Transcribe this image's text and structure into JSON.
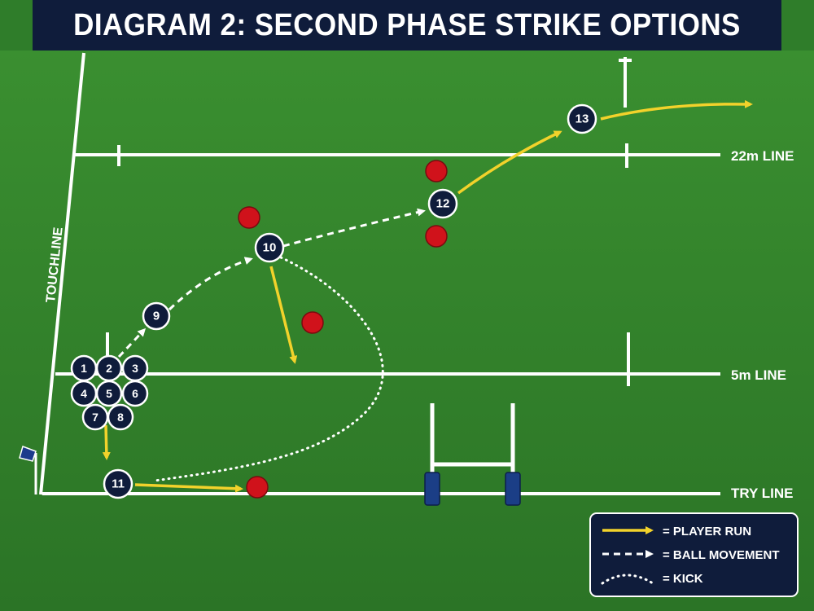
{
  "title": "DIAGRAM 2: SECOND PHASE STRIKE OPTIONS",
  "field_labels": {
    "touchline": "TOUCHLINE",
    "line_22m": "22m LINE",
    "line_5m": "5m LINE",
    "try_line": "TRY LINE"
  },
  "players": {
    "p1": "1",
    "p2": "2",
    "p3": "3",
    "p4": "4",
    "p5": "5",
    "p6": "6",
    "p7": "7",
    "p8": "8",
    "p9": "9",
    "p10": "10",
    "p11": "11",
    "p12": "12",
    "p13": "13"
  },
  "legend": {
    "player_run": "= PLAYER RUN",
    "ball_movement": "= BALL MOVEMENT",
    "kick": "= KICK"
  },
  "colors": {
    "team": "#0f1c3b",
    "opponent": "#d0121b",
    "run_arrow": "#f2d22b",
    "pitch": "#2f7d2a"
  }
}
